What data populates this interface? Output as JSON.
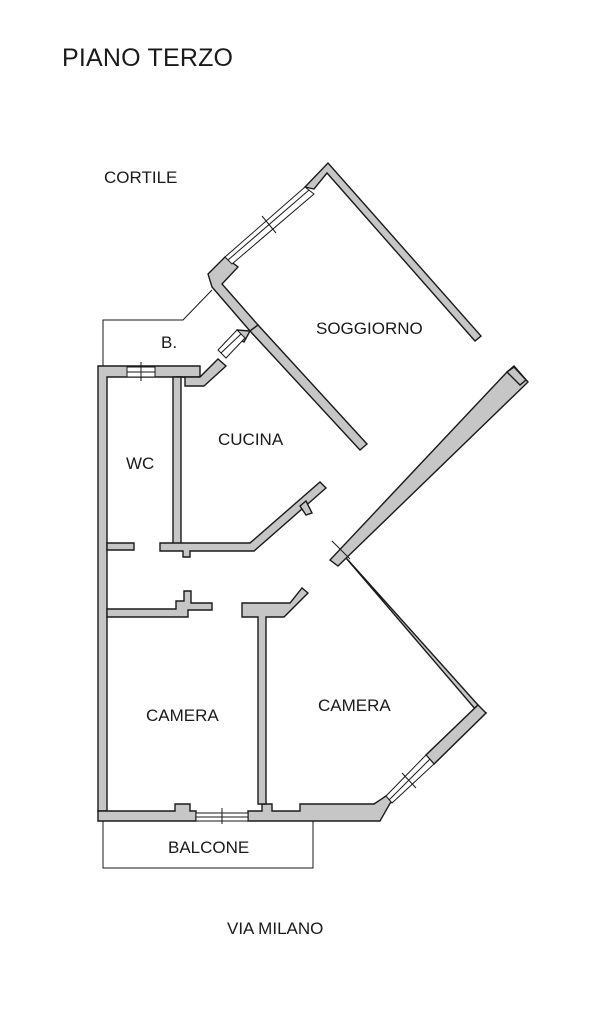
{
  "title": "PIANO TERZO",
  "labels": {
    "cortile": "CORTILE",
    "bagno": "B.",
    "soggiorno": "SOGGIORNO",
    "wc": "WC",
    "cucina": "CUCINA",
    "camera_left": "CAMERA",
    "camera_right": "CAMERA",
    "balcone": "BALCONE",
    "via": "VIA MILANO"
  },
  "colors": {
    "wall_fill": "#c6c6c6",
    "line": "#1a1a1a",
    "background": "#ffffff"
  }
}
